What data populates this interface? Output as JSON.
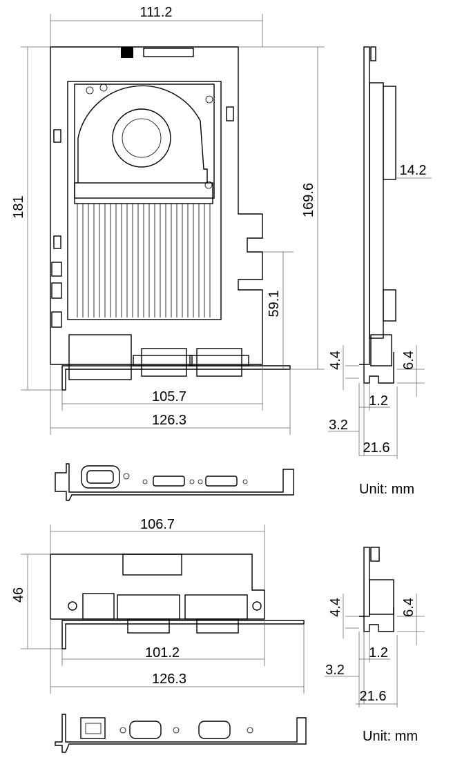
{
  "top_card": {
    "front": {
      "width": "111.2",
      "height": "181",
      "bracket_height": "169.6",
      "slot_height": "59.1",
      "pcb_width": "105.7",
      "overall_width": "126.3"
    },
    "side": {
      "thickness": "14.2",
      "tab_a": "4.4",
      "tab_b": "6.4",
      "gap": "1.2",
      "offset": "3.2",
      "depth": "21.6"
    },
    "unit": "Unit: mm"
  },
  "bottom_card": {
    "front": {
      "width": "106.7",
      "height": "46",
      "pcb_width": "101.2",
      "overall_width": "126.3"
    },
    "side": {
      "tab_a": "4.4",
      "tab_b": "6.4",
      "gap": "1.2",
      "offset": "3.2",
      "depth": "21.6"
    },
    "unit": "Unit: mm"
  }
}
